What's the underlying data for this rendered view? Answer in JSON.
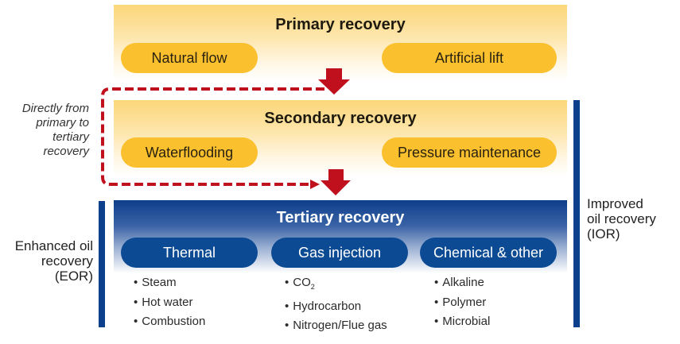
{
  "stages": {
    "primary": {
      "title": "Primary recovery",
      "methods": [
        "Natural flow",
        "Artificial lift"
      ]
    },
    "secondary": {
      "title": "Secondary recovery",
      "methods": [
        "Waterflooding",
        "Pressure maintenance"
      ]
    },
    "tertiary": {
      "title": "Tertiary recovery",
      "categories": [
        {
          "label": "Thermal",
          "items": [
            "Steam",
            "Hot water",
            "Combustion"
          ]
        },
        {
          "label": "Gas injection",
          "items": [
            "CO",
            "Hydrocarbon",
            "Nitrogen/Flue gas"
          ],
          "subscript_first": "2"
        },
        {
          "label": "Chemical & other",
          "items": [
            "Alkaline",
            "Polymer",
            "Microbial"
          ]
        }
      ]
    }
  },
  "annotations": {
    "bypass_note": [
      "Directly from",
      "primary to",
      "tertiary",
      "recovery"
    ],
    "eor_label": [
      "Enhanced oil",
      "recovery",
      "(EOR)"
    ],
    "ior_label": [
      "Improved",
      "oil recovery",
      "(IOR)"
    ]
  },
  "colors": {
    "yellow_band": "#fcd679",
    "yellow_pill": "#fbc02d",
    "blue_band": "#0e3e8a",
    "blue_pill": "#0c4b94",
    "arrow_red": "#c0101e",
    "bracket_blue": "#0c3f8c"
  }
}
